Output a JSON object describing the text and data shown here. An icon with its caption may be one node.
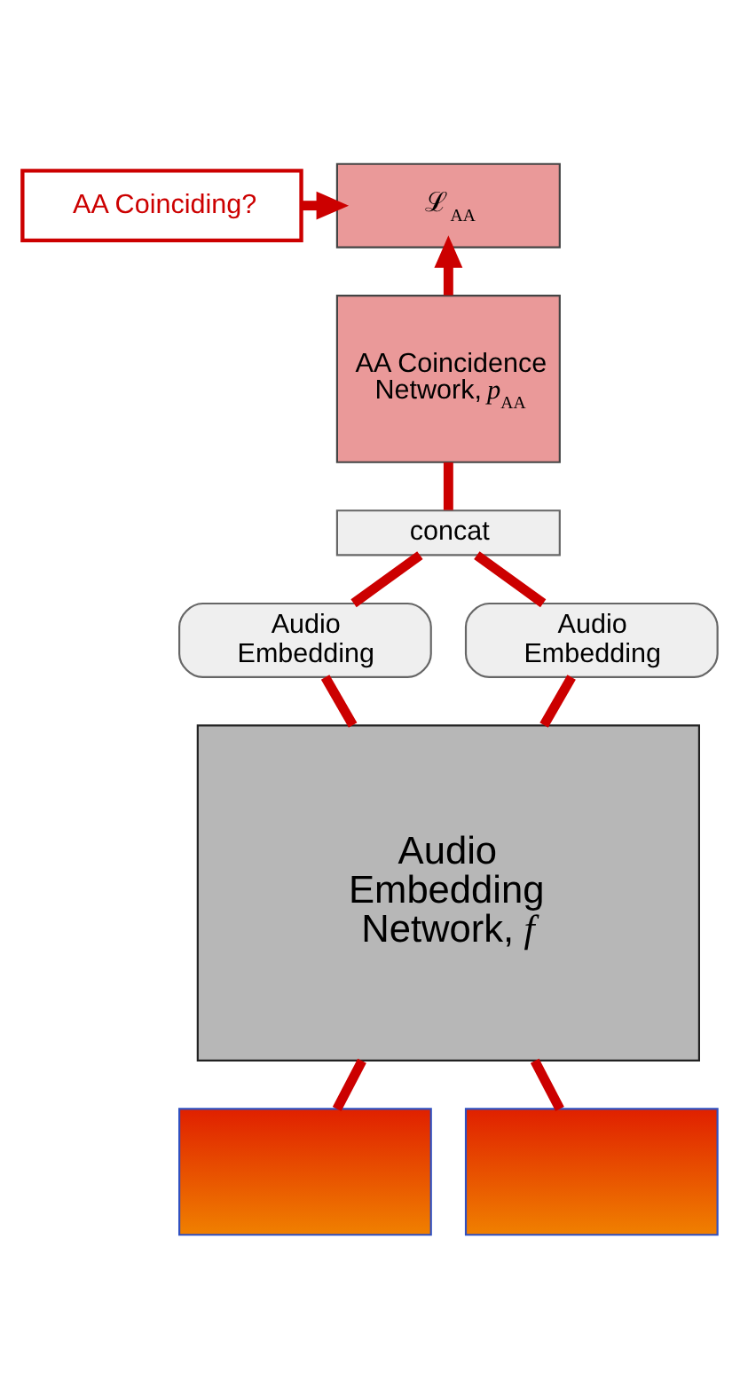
{
  "diagram": {
    "nodes": [
      {
        "text": [
          "AA Coinciding?"
        ]
      },
      {
        "text": [
          "ℒ$_{AA}$"
        ]
      },
      {
        "text": [
          "AA Coincidence Network, *p*$_{AA}$"
        ]
      },
      {
        "text": [
          "concat"
        ]
      },
      {
        "text": [
          "Audio Embedding"
        ]
      },
      {
        "text": [
          "Audio Embedding"
        ]
      },
      {
        "text": [
          "Audio Embedding Network, *f*"
        ]
      },
      {
        "text": [],
        "shape": "picture"
      },
      {
        "text": [],
        "shape": "picture"
      }
    ],
    "edges": [
      {
        "from": 0,
        "to": 1,
        "arrow": "to"
      },
      {
        "from": 2,
        "to": 1,
        "arrow": "to"
      },
      {
        "from": 3,
        "to": 2,
        "arrow": "none"
      },
      {
        "from": 4,
        "to": 3,
        "arrow": "none"
      },
      {
        "from": 5,
        "to": 3,
        "arrow": "none"
      },
      {
        "from": 6,
        "to": 4,
        "arrow": "none"
      },
      {
        "from": 6,
        "to": 5,
        "arrow": "none"
      },
      {
        "from": 7,
        "to": 6,
        "arrow": "none"
      },
      {
        "from": 8,
        "to": 6,
        "arrow": "none"
      }
    ]
  }
}
